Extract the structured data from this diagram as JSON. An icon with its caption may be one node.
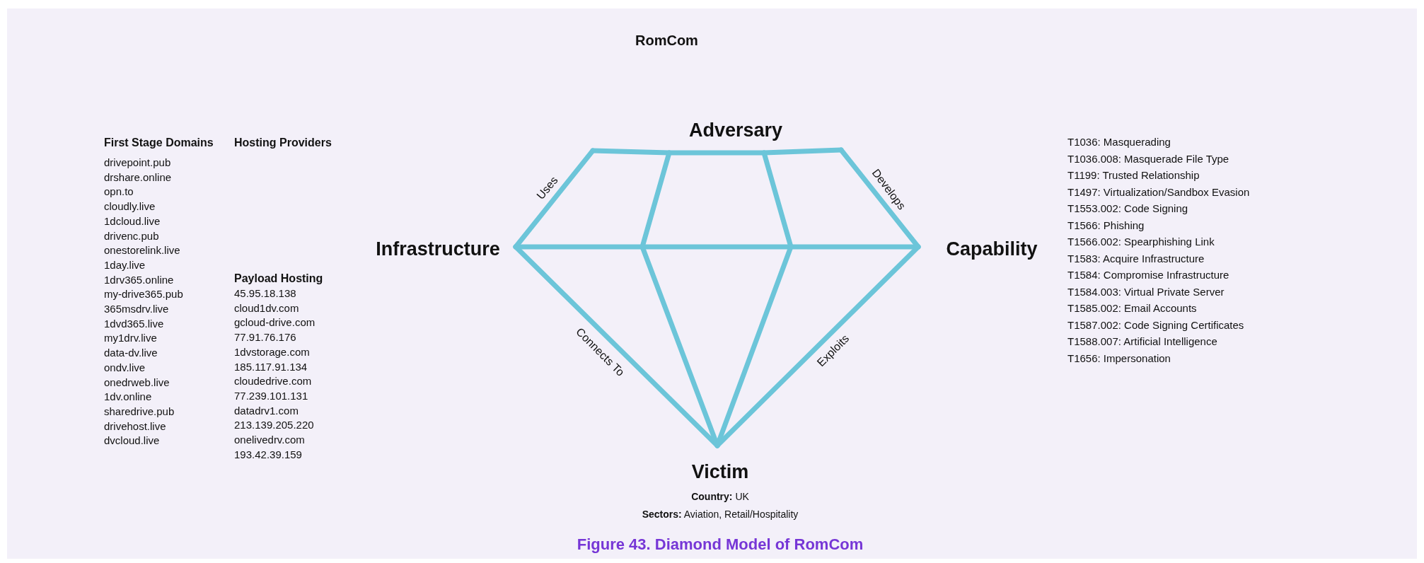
{
  "diagram": {
    "caption": "Figure 43. Diamond Model of RomCom",
    "labels": [
      "RomCom",
      "Adversary",
      "First Stage Domains",
      "Hosting Providers",
      "drivepoint.pub",
      "drshare.online",
      "opn.to",
      "cloudly.live",
      "1dcloud.live",
      "drivenc.pub",
      "onestorelink.live",
      "1day.live",
      "1drv365.online",
      "my-drive365.pub",
      "365msdrv.live",
      "1dvd365.live",
      "my1drv.live",
      "data-dv.live",
      "ondv.live",
      "onedrweb.live",
      "1dv.online",
      "sharedrive.pub",
      "drivehost.live",
      "dvcloud.live",
      "Payload Hosting",
      "45.95.18.138",
      "cloud1dv.com",
      "gcloud-drive.com",
      "77.91.76.176",
      "1dvstorage.com",
      "185.117.91.134",
      "cloudedrive.com",
      "77.239.101.131",
      "datadrv1.com",
      "213.139.205.220",
      "onelivedrv.com",
      "193.42.39.159",
      "Uses",
      "Develops",
      "Infrastructure",
      "Capability",
      "T1036: Masquerading",
      "T1036.008: Masquerade File Type",
      "T1199: Trusted Relationship",
      "T1497: Virtualization/Sandbox Evasion",
      "T1553.002: Code Signing",
      "T1566: Phishing",
      "T1566.002: Spearphishing Link",
      "T1583: Acquire Infrastructure",
      "T1584: Compromise Infrastructure",
      "T1584.003: Virtual Private Server",
      "T1585.002: Email Accounts",
      "T1587.002: Code Signing Certificates",
      "T1588.007: Artificial Intelligence",
      "T1656: Impersonation",
      "Connects To",
      "Exploits",
      "Victim",
      "**Country:** UK",
      "**Sectors:** Aviation, Retail/Hospitality"
    ]
  }
}
